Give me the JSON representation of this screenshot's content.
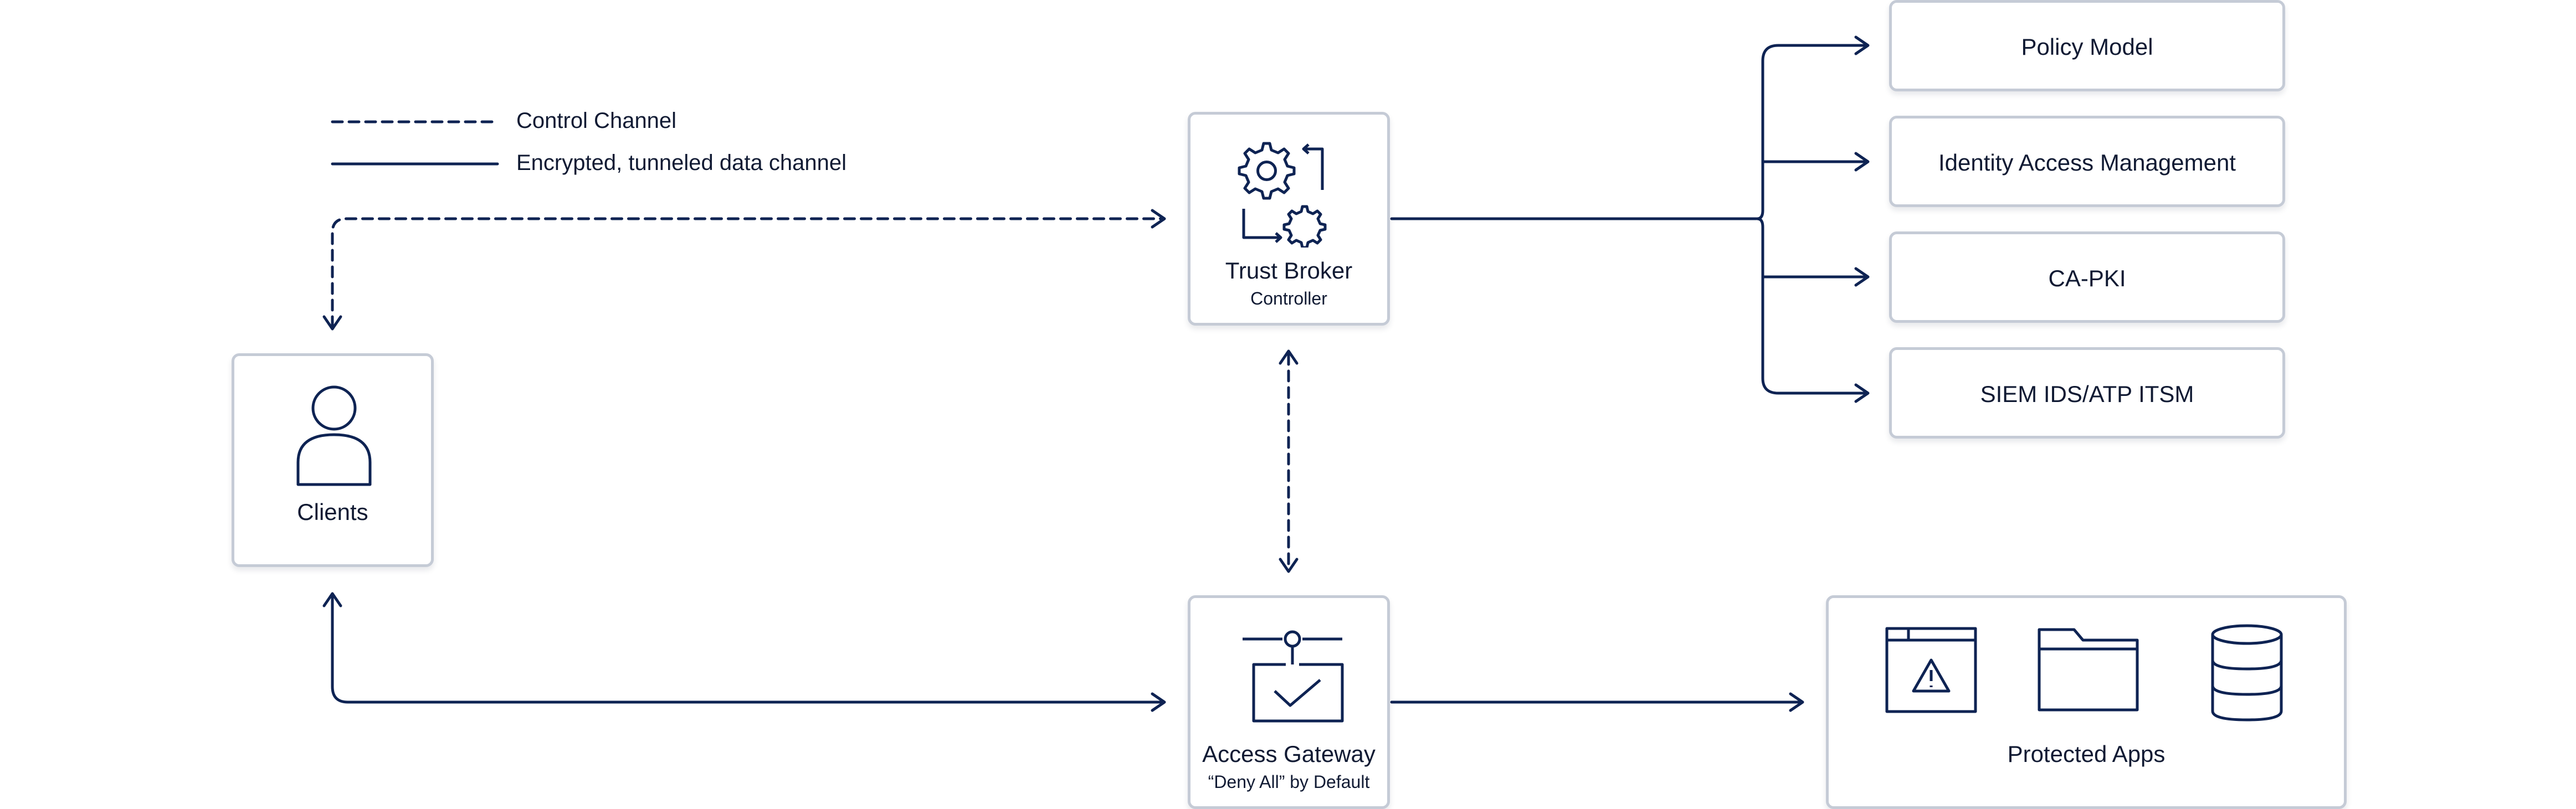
{
  "legend": {
    "control": "Control Channel",
    "data": "Encrypted, tunneled data channel"
  },
  "nodes": {
    "clients": {
      "label": "Clients"
    },
    "trust_broker": {
      "label": "Trust Broker",
      "sublabel": "Controller"
    },
    "access_gateway": {
      "label": "Access Gateway",
      "sublabel": "“Deny All” by Default"
    },
    "protected_apps": {
      "label": "Protected Apps"
    }
  },
  "services": [
    {
      "label": "Policy Model"
    },
    {
      "label": "Identity Access Management"
    },
    {
      "label": "CA-PKI"
    },
    {
      "label": "SIEM IDS/ATP ITSM"
    }
  ],
  "colors": {
    "line": "#0e2353",
    "border": "#c5cbd6",
    "text": "#101a33"
  },
  "icons": [
    "gears-cycle-icon",
    "person-icon",
    "network-gateway-icon",
    "web-alert-icon",
    "folder-icon",
    "database-icon"
  ]
}
